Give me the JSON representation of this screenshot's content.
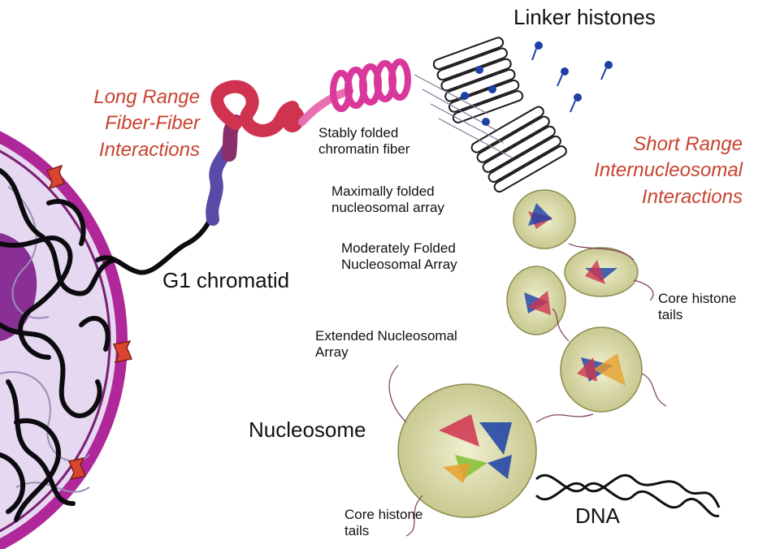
{
  "labels": {
    "linker_histones": "Linker histones",
    "long_range": [
      "Long Range",
      "Fiber-Fiber",
      "Interactions"
    ],
    "short_range": [
      "Short Range",
      "Internucleosomal",
      "Interactions"
    ],
    "stably_folded": [
      "Stably folded",
      "chromatin fiber"
    ],
    "maximally_folded": [
      "Maximally folded",
      "nucleosomal array"
    ],
    "moderately_folded": [
      "Moderately Folded",
      "Nucleosomal Array"
    ],
    "extended": [
      "Extended Nucleosomal",
      "Array"
    ],
    "core_histone_tails_right": [
      "Core histone",
      "tails"
    ],
    "core_histone_tails_bottom": [
      "Core histone",
      "tails"
    ],
    "g1_chromatid": "G1 chromatid",
    "nucleosome": "Nucleosome",
    "dna": "DNA"
  },
  "colors": {
    "accent_red": "#c8432f",
    "nucleus_membrane": "#b0279a",
    "nucleus_fill": "#e6d8f0",
    "nucleolus": "#8a2f96",
    "fiber_red": "#d0334f",
    "fiber_pink": "#d9379a",
    "fiber_purple": "#5a4aa8",
    "linker_blue": "#1c3fa8",
    "nucleosome_green": "#b9b97a"
  }
}
